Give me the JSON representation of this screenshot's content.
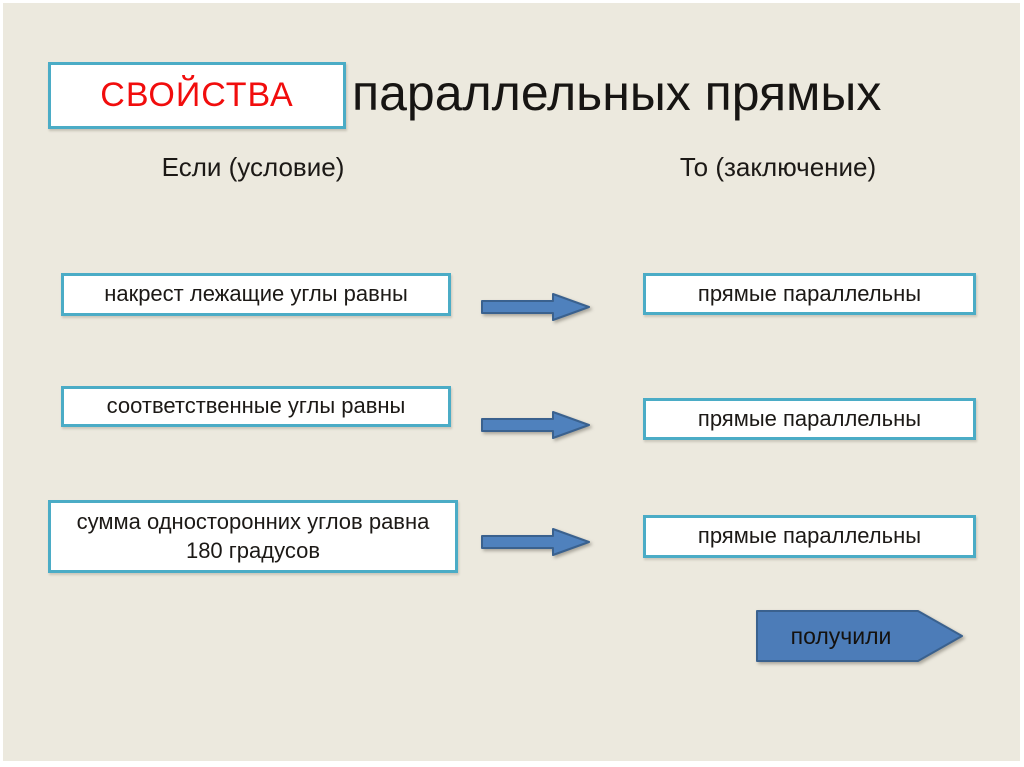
{
  "slide": {
    "title": {
      "boxed_word": "СВОЙСТВА",
      "rest": "параллельных прямых"
    },
    "columns": {
      "left_header": "Если (условие)",
      "right_header": "То (заключение)"
    },
    "rows": [
      {
        "condition": "накрест лежащие углы равны",
        "conclusion": "прямые параллельны"
      },
      {
        "condition": "соответственные углы равны",
        "conclusion": "прямые параллельны"
      },
      {
        "condition": "сумма односторонних углов равна 180 градусов",
        "conclusion": "прямые параллельны"
      }
    ],
    "badge": {
      "label": "получили",
      "shape": "pentagon-arrow-right"
    },
    "icons": {
      "row_connector": "right-arrow"
    },
    "colors": {
      "slide_background": "#ece9de",
      "page_frame": "#ffffff",
      "box_border": "#4bacc6",
      "box_fill": "#ffffff",
      "arrow_fill": "#4f81bd",
      "arrow_stroke": "#3a618e",
      "title_red": "#f10d0d",
      "text": "#1c1916"
    }
  }
}
